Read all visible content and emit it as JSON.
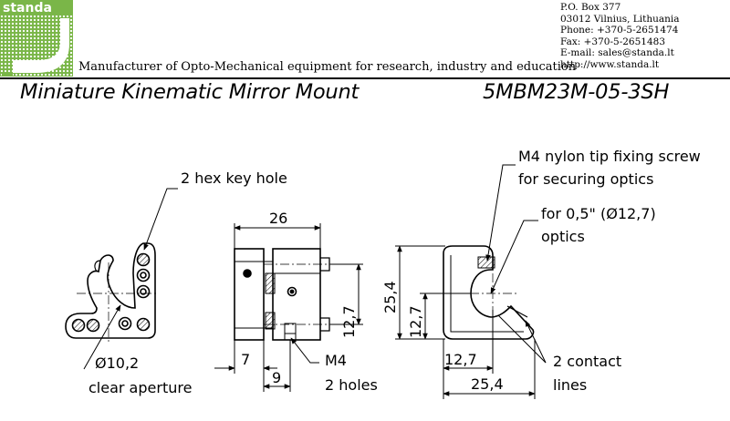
{
  "brand": {
    "logo_text": "standa",
    "tagline": "Manufacturer of Opto-Mechanical equipment for research, industry and education",
    "accent_color": "#7ab648"
  },
  "contact": {
    "lines": [
      "P.O. Box 377",
      "03012 Vilnius, Lithuania",
      "Phone: +370-5-2651474",
      "Fax: +370-5-2651483",
      "E-mail: sales@standa.lt",
      "http://www.standa.lt"
    ]
  },
  "product": {
    "title": "Miniature Kinematic Mirror Mount",
    "part_number": "5MBM23M-05-3SH"
  },
  "annotations": {
    "hex_key": "2 hex key hole",
    "aperture_dim": "Ø10,2",
    "aperture_label": "clear aperture",
    "dim_26": "26",
    "dim_7": "7",
    "dim_9": "9",
    "dim_12_7_side": "12,7",
    "m4": "M4",
    "m4_holes": "2 holes",
    "screw_line1": "M4 nylon tip fixing screw",
    "screw_line2": "for securing optics",
    "optics_line1": "for 0,5\" (Ø12,7)",
    "optics_line2": "optics",
    "dim_25_4_vert": "25,4",
    "dim_12_7_vert": "12,7",
    "dim_12_7_bottom": "12,7",
    "dim_25_4_bottom": "25,4",
    "contact_line1": "2 contact",
    "contact_line2": "lines"
  }
}
